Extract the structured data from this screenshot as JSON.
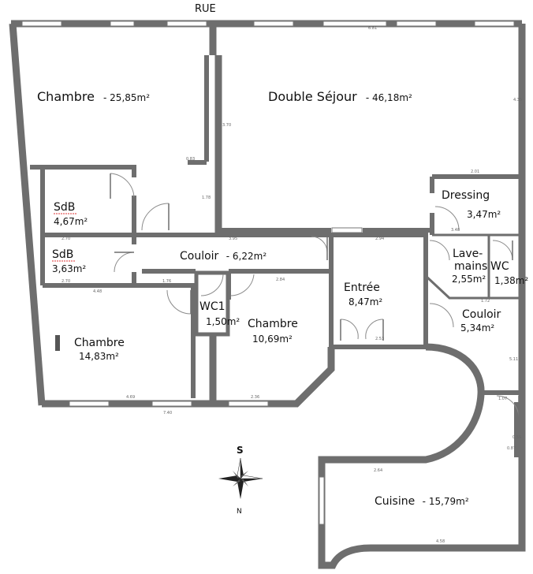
{
  "street_label": "RUE",
  "compass": {
    "top": "S",
    "bottom": "N"
  },
  "rooms": {
    "chambre_1": {
      "name": "Chambre",
      "area": "- 25,85m²"
    },
    "double_sejour": {
      "name": "Double Séjour",
      "area": "- 46,18m²"
    },
    "dressing": {
      "name": "Dressing",
      "area": "3,47m²"
    },
    "sdb_1": {
      "name": "SdB",
      "area": "4,67m²"
    },
    "sdb_2": {
      "name": "SdB",
      "area": "3,63m²"
    },
    "couloir_1": {
      "name": "Couloir",
      "area": "- 6,22m²"
    },
    "lave_mains": {
      "name_line1": "Lave-",
      "name_line2": "mains",
      "area": "2,55m²"
    },
    "wc_2": {
      "name": "WC",
      "area": "1,38m²"
    },
    "entree": {
      "name": "Entrée",
      "area": "8,47m²"
    },
    "wc_1": {
      "name": "WC1",
      "area": "1,50m²"
    },
    "chambre_2": {
      "name": "Chambre",
      "area": "10,69m²"
    },
    "chambre_3": {
      "name": "Chambre",
      "area": "14,83m²"
    },
    "couloir_2": {
      "name": "Couloir",
      "area": "5,34m²"
    },
    "cuisine": {
      "name": "Cuisine",
      "area": "- 15,79m²"
    }
  },
  "dimensions": [
    "6.81",
    "4.35",
    "2.01",
    "0.83",
    "3.70",
    "1.78",
    "2.70",
    "2.70",
    "3.95",
    "2.84",
    "4.48",
    "1.76",
    "2.94",
    "3.48",
    "1.72",
    "4.69",
    "7.40",
    "2.36",
    "5.11",
    "2.64",
    "4.58",
    "1.07",
    "0.55",
    "0.87",
    "2.53"
  ]
}
